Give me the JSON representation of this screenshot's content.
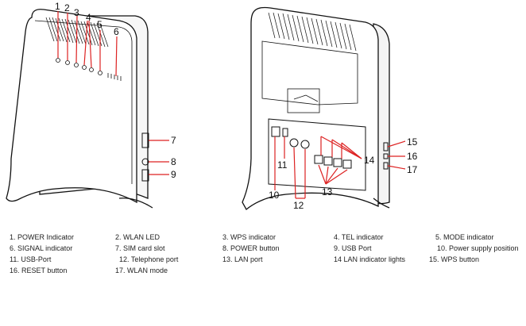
{
  "callouts_front": [
    "1",
    "2",
    "3",
    "4",
    "5",
    "6",
    "7",
    "8",
    "9"
  ],
  "callouts_back": [
    "15",
    "16",
    "17",
    "14",
    "11",
    "10",
    "13",
    "12"
  ],
  "legend": [
    [
      "1. POWER Indicator",
      "6. SIGNAL indicator",
      "11. USB-Port",
      "16. RESET button"
    ],
    [
      "2. WLAN LED",
      "7. SIM card slot",
      "12. Telephone port",
      "17. WLAN mode"
    ],
    [
      "3. WPS indicator",
      "8. POWER button",
      "13. LAN port"
    ],
    [
      "4. TEL indicator",
      "9. USB Port",
      "14 LAN indicator lights"
    ],
    [
      "5. MODE indicator",
      "10. Power supply position",
      "15. WPS button"
    ]
  ]
}
